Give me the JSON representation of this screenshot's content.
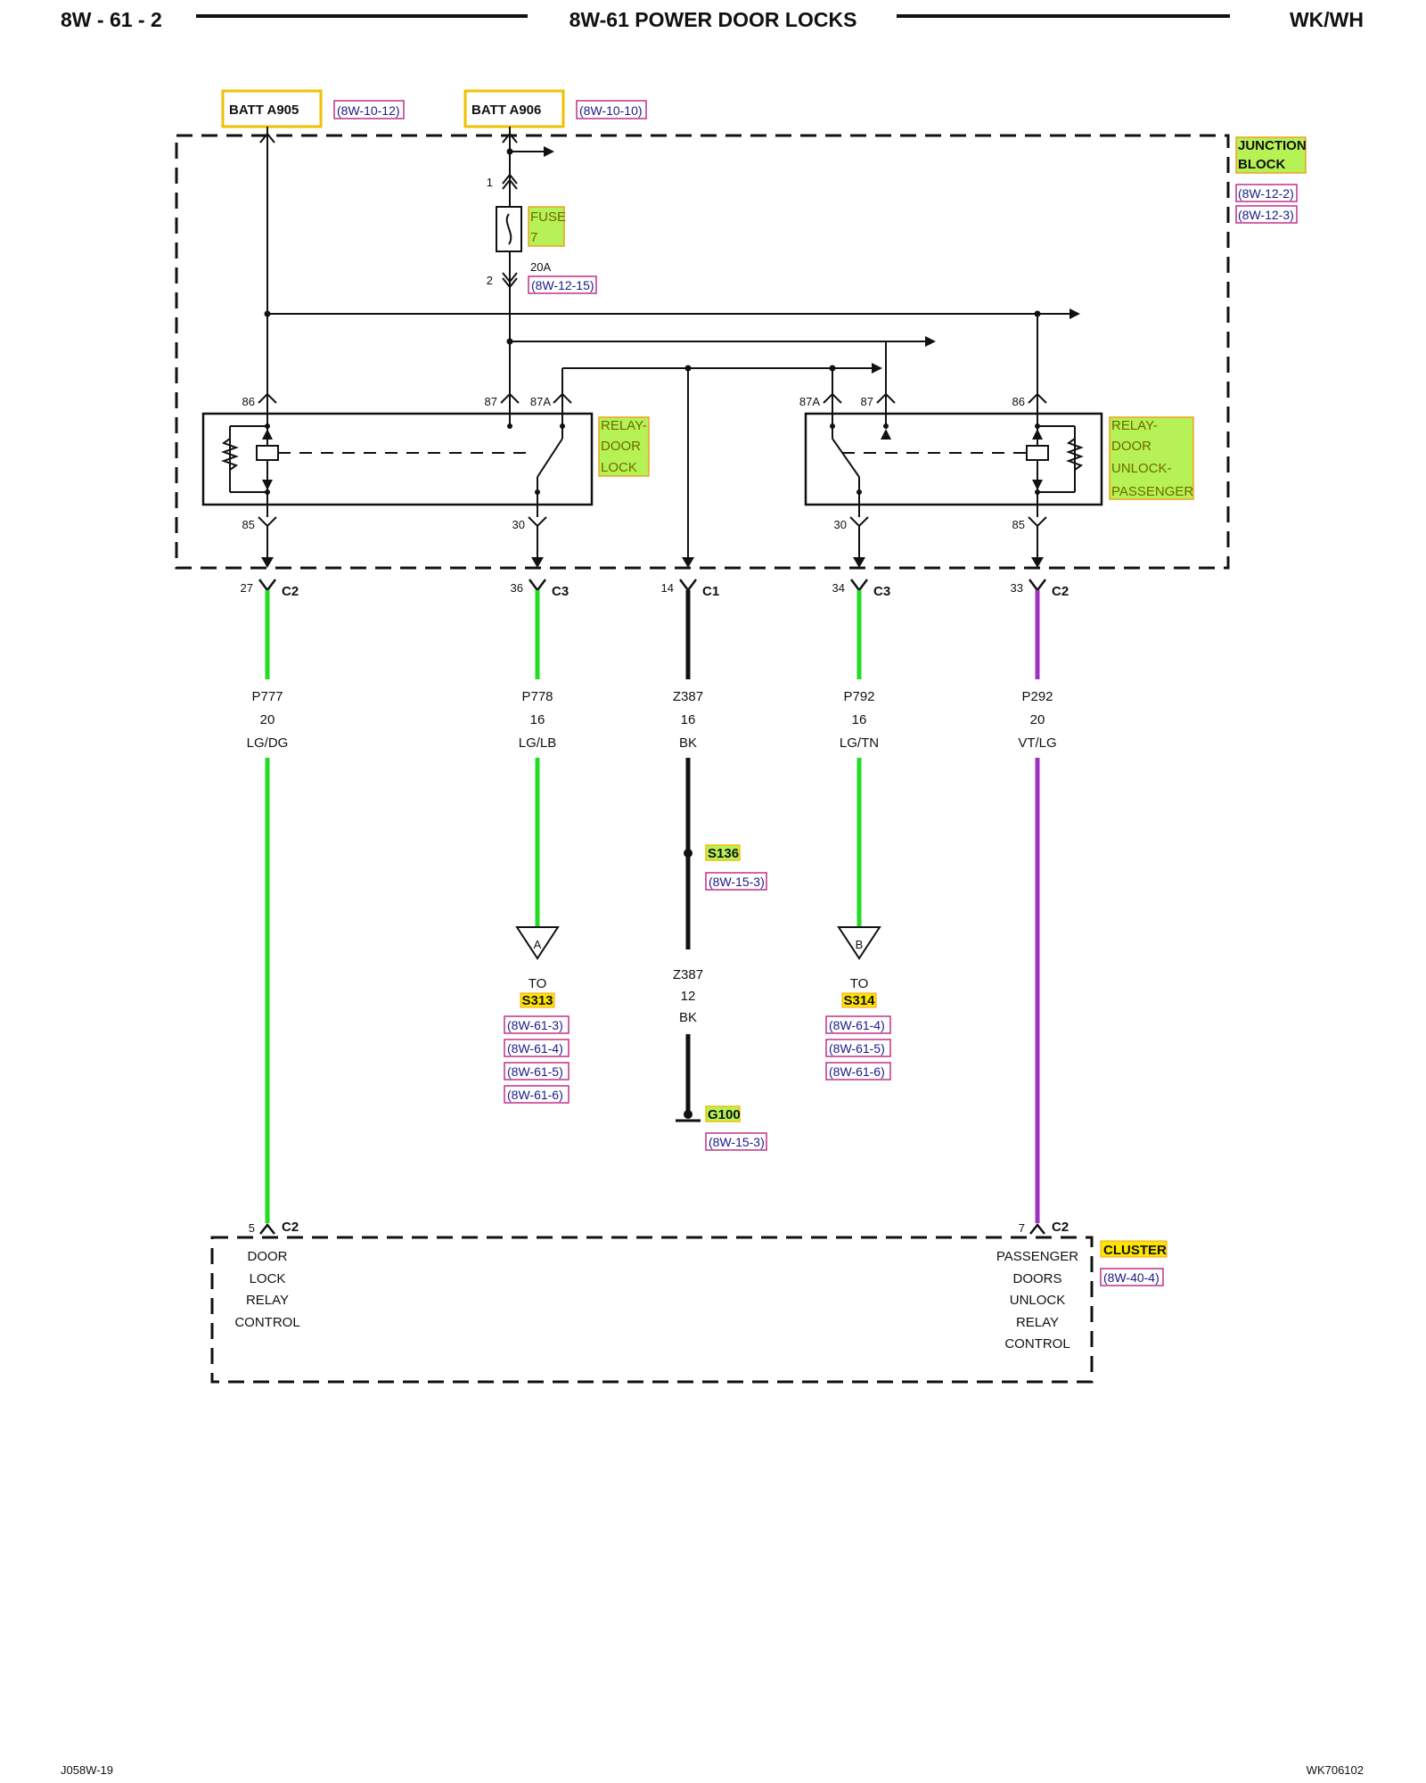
{
  "header": {
    "page_number": "8W - 61 - 2",
    "title": "8W-61 POWER DOOR LOCKS",
    "model": "WK/WH"
  },
  "footer": {
    "left_code": "J058W-19",
    "right_code": "WK706102"
  },
  "colors": {
    "wire_lg": "#22dd22",
    "wire_bk": "#111111",
    "wire_vt": "#a030c0",
    "highlight_yellow": "#ffe600",
    "highlight_green": "#b6f255",
    "ref_border": "#c0308a",
    "box_orange": "#f0a020"
  },
  "sources": [
    {
      "label": "BATT A905",
      "ref": "(8W-10-12)"
    },
    {
      "label": "BATT A906",
      "ref": "(8W-10-10)"
    }
  ],
  "junction_block": {
    "title_line1": "JUNCTION",
    "title_line2": "BLOCK",
    "refs": [
      "(8W-12-2)",
      "(8W-12-3)"
    ]
  },
  "fuse": {
    "label_line1": "FUSE",
    "label_line2": "7",
    "rating": "20A",
    "ref": "(8W-12-15)",
    "pin_in": "1",
    "pin_out": "2"
  },
  "relay_lock": {
    "label_lines": [
      "RELAY-",
      "DOOR",
      "LOCK"
    ],
    "pins": {
      "p86": "86",
      "p87": "87",
      "p87a": "87A",
      "p85": "85",
      "p30": "30"
    }
  },
  "relay_unlock": {
    "label_lines": [
      "RELAY-",
      "DOOR",
      "UNLOCK-",
      "PASSENGER"
    ],
    "pins": {
      "p87a": "87A",
      "p87": "87",
      "p86": "86",
      "p30": "30",
      "p85": "85"
    }
  },
  "wires": [
    {
      "pin": "27",
      "conn": "C2",
      "circuit": "P777",
      "gauge": "20",
      "color": "LG/DG"
    },
    {
      "pin": "36",
      "conn": "C3",
      "circuit": "P778",
      "gauge": "16",
      "color": "LG/LB"
    },
    {
      "pin": "14",
      "conn": "C1",
      "circuit": "Z387",
      "gauge": "16",
      "color": "BK"
    },
    {
      "pin": "34",
      "conn": "C3",
      "circuit": "P792",
      "gauge": "16",
      "color": "LG/TN"
    },
    {
      "pin": "33",
      "conn": "C2",
      "circuit": "P292",
      "gauge": "20",
      "color": "VT/LG"
    }
  ],
  "splice_s136": {
    "label": "S136",
    "ref": "(8W-15-3)"
  },
  "z387_lower": {
    "circuit": "Z387",
    "gauge": "12",
    "color": "BK"
  },
  "ground_g100": {
    "label": "G100",
    "ref": "(8W-15-3)"
  },
  "offpage_a": {
    "letter": "A",
    "to": "TO",
    "splice": "S313",
    "refs": [
      "(8W-61-3)",
      "(8W-61-4)",
      "(8W-61-5)",
      "(8W-61-6)"
    ]
  },
  "offpage_b": {
    "letter": "B",
    "to": "TO",
    "splice": "S314",
    "refs": [
      "(8W-61-4)",
      "(8W-61-5)",
      "(8W-61-6)"
    ]
  },
  "cluster": {
    "title": "CLUSTER",
    "ref": "(8W-40-4)",
    "left_pin": "5",
    "left_conn": "C2",
    "right_pin": "7",
    "right_conn": "C2",
    "left_function": [
      "DOOR",
      "LOCK",
      "RELAY",
      "CONTROL"
    ],
    "right_function": [
      "PASSENGER",
      "DOORS",
      "UNLOCK",
      "RELAY",
      "CONTROL"
    ]
  }
}
